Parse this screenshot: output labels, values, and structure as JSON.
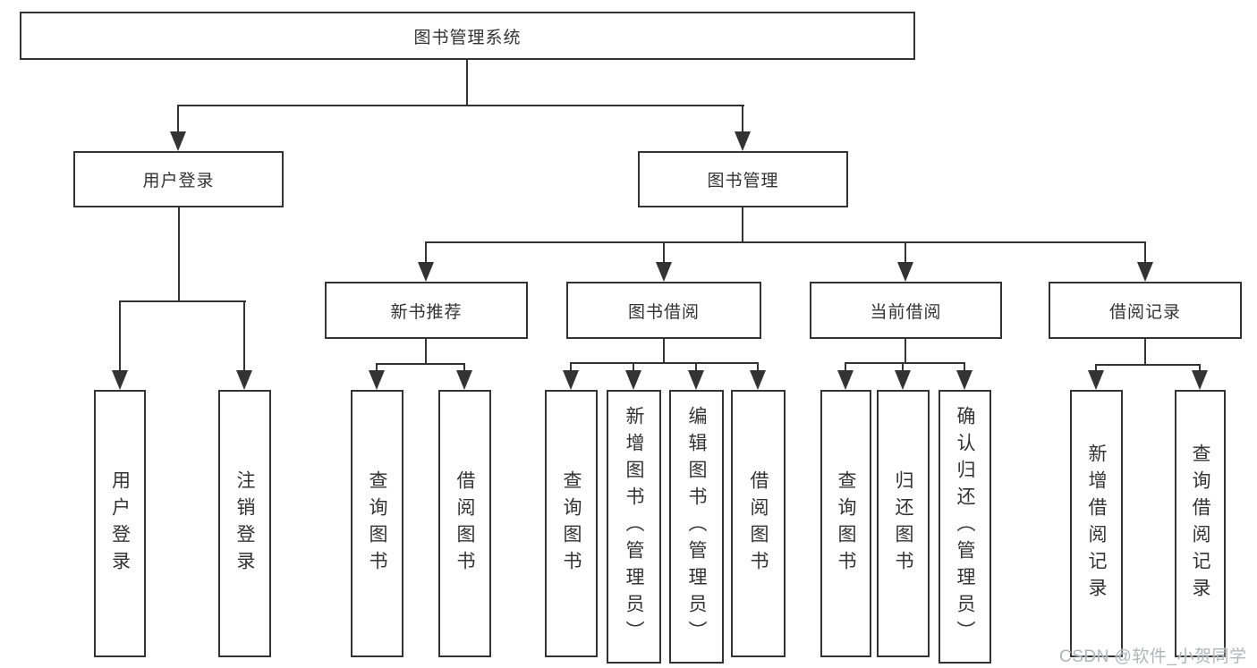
{
  "diagram": {
    "type": "hierarchy-flowchart",
    "background_color": "#ffffff",
    "line_color": "#333333",
    "box_border_color": "#333333",
    "text_color": "#333333"
  },
  "nodes": {
    "root": "图书管理系统",
    "user_login": "用户登录",
    "book_management": "图书管理",
    "new_book_recommend": "新书推荐",
    "book_borrow": "图书借阅",
    "current_borrow": "当前借阅",
    "borrow_record": "借阅记录",
    "ul_user_login": "用户登录",
    "ul_logout": "注销登录",
    "nr_query_book": "查询图书",
    "nr_borrow_book": "借阅图书",
    "bb_query_book": "查询图书",
    "bb_add_book": "新增图书（管理员）",
    "bb_edit_book": "编辑图书（管理员）",
    "bb_borrow_book": "借阅图书",
    "cb_query_book": "查询图书",
    "cb_return_book": "归还图书",
    "cb_confirm_return": "确认归还（管理员）",
    "br_add_record": "新增借阅记录",
    "br_query_record": "查询借阅记录"
  },
  "hierarchy": {
    "图书管理系统": {
      "用户登录": [
        "用户登录",
        "注销登录"
      ],
      "图书管理": {
        "新书推荐": [
          "查询图书",
          "借阅图书"
        ],
        "图书借阅": [
          "查询图书",
          "新增图书（管理员）",
          "编辑图书（管理员）",
          "借阅图书"
        ],
        "当前借阅": [
          "查询图书",
          "归还图书",
          "确认归还（管理员）"
        ],
        "借阅记录": [
          "新增借阅记录",
          "查询借阅记录"
        ]
      }
    }
  },
  "watermark": {
    "text": "CSDN @软件_小贺同学",
    "color": "#b2b5b8"
  }
}
